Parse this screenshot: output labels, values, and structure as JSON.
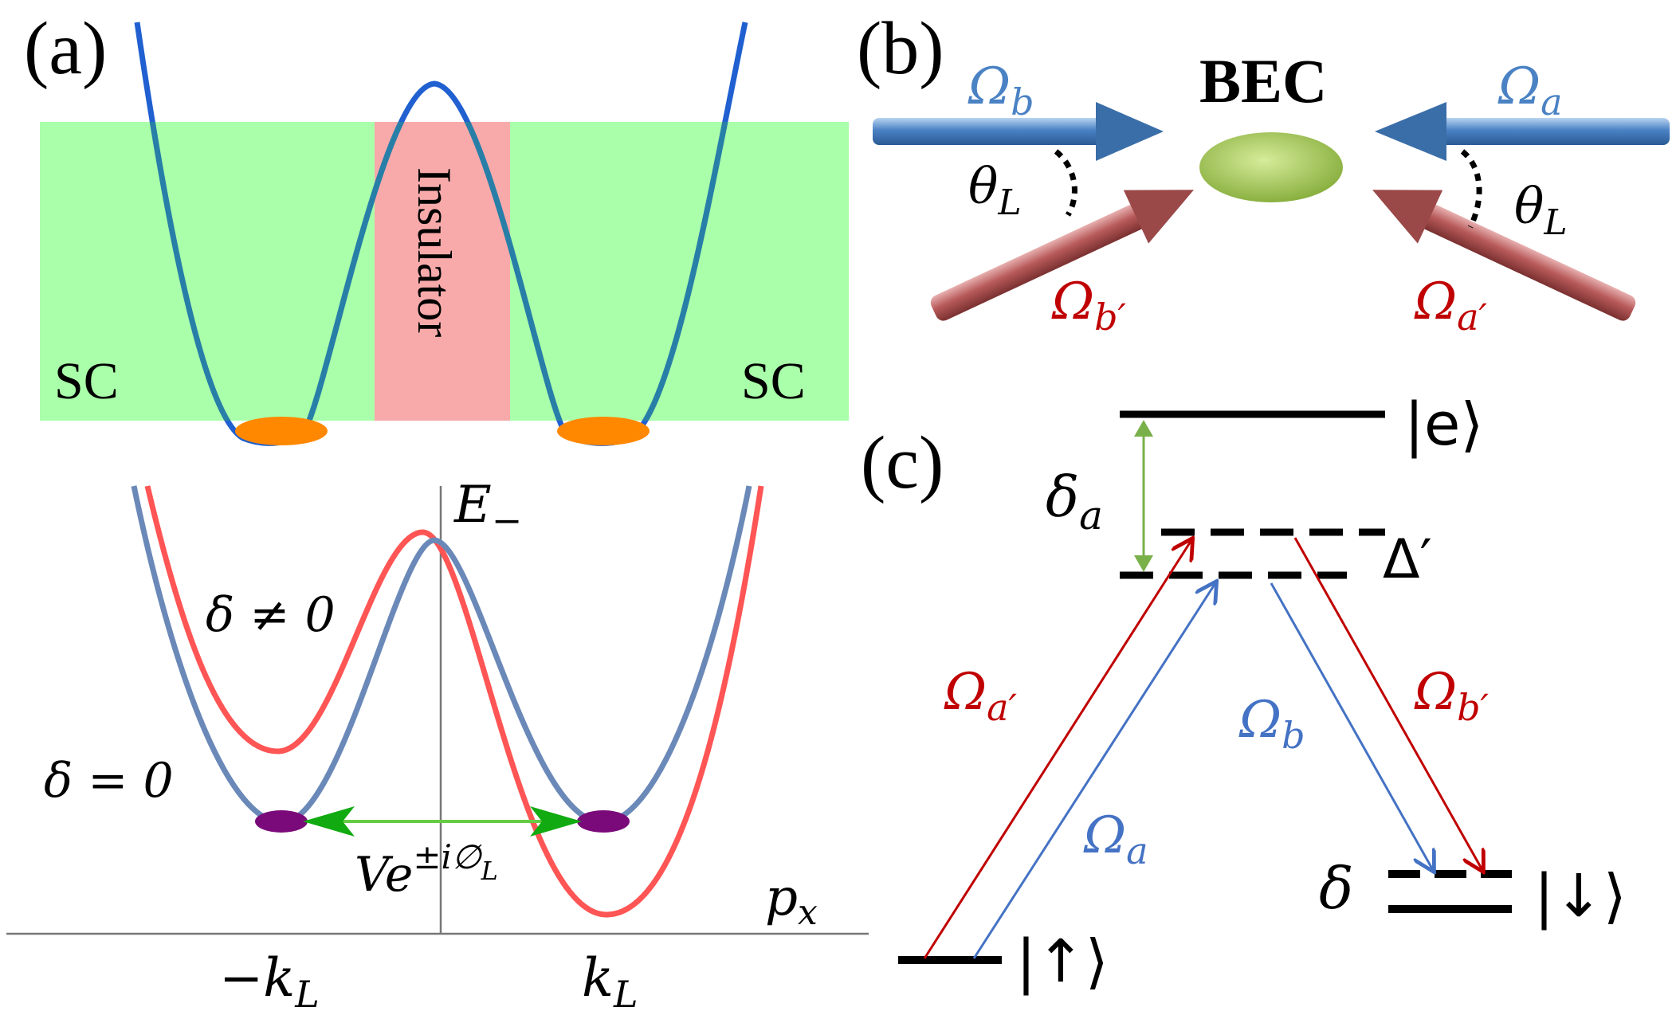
{
  "panels": {
    "a": {
      "label": "(a)",
      "region_left": "SC",
      "region_right": "SC",
      "region_center": "Insulator",
      "energy_label": "E",
      "energy_sub": "−",
      "delta_nonzero": "δ ≠ 0",
      "delta_zero": "δ = 0",
      "coupling_base": "Ve",
      "coupling_sup": "±i∅",
      "coupling_sup_sub": "L",
      "axis_label": "p",
      "axis_sub": "x",
      "tick_neg": "−k",
      "tick_pos": "k",
      "tick_sub": "L"
    },
    "b": {
      "label": "(b)",
      "atom_label": "BEC",
      "omega_b": "Ω",
      "omega_b_sub": "b",
      "omega_a": "Ω",
      "omega_a_sub": "a",
      "omega_bp": "Ω",
      "omega_bp_sub": "b′",
      "omega_ap": "Ω",
      "omega_ap_sub": "a′",
      "theta": "θ",
      "theta_sub": "L"
    },
    "c": {
      "label": "(c)",
      "level_e": "|e⟩",
      "level_up": "|↑⟩",
      "level_down": "|↓⟩",
      "delta_a": "δ",
      "delta_a_sub": "a",
      "delta_prime": "Δ′",
      "delta": "δ",
      "omega_ap": "Ω",
      "omega_ap_sub": "a′",
      "omega_a": "Ω",
      "omega_a_sub": "a",
      "omega_b": "Ω",
      "omega_b_sub": "b",
      "omega_bp": "Ω",
      "omega_bp_sub": "b′"
    }
  },
  "colors": {
    "sc_region": "#aaffaa",
    "insulator_region": "#f8aaaa",
    "curve_blue": "#6a89b8",
    "curve_red": "#ff5555",
    "beam_blue": "#4a82c4",
    "beam_red": "#b85a5a",
    "bec": "#9ec25a",
    "transition_red": "#c00000",
    "transition_blue": "#4472c4",
    "arrow_green": "#22aa22",
    "minima_orange": "#ff8800",
    "minima_purple": "#7a0a7a"
  }
}
